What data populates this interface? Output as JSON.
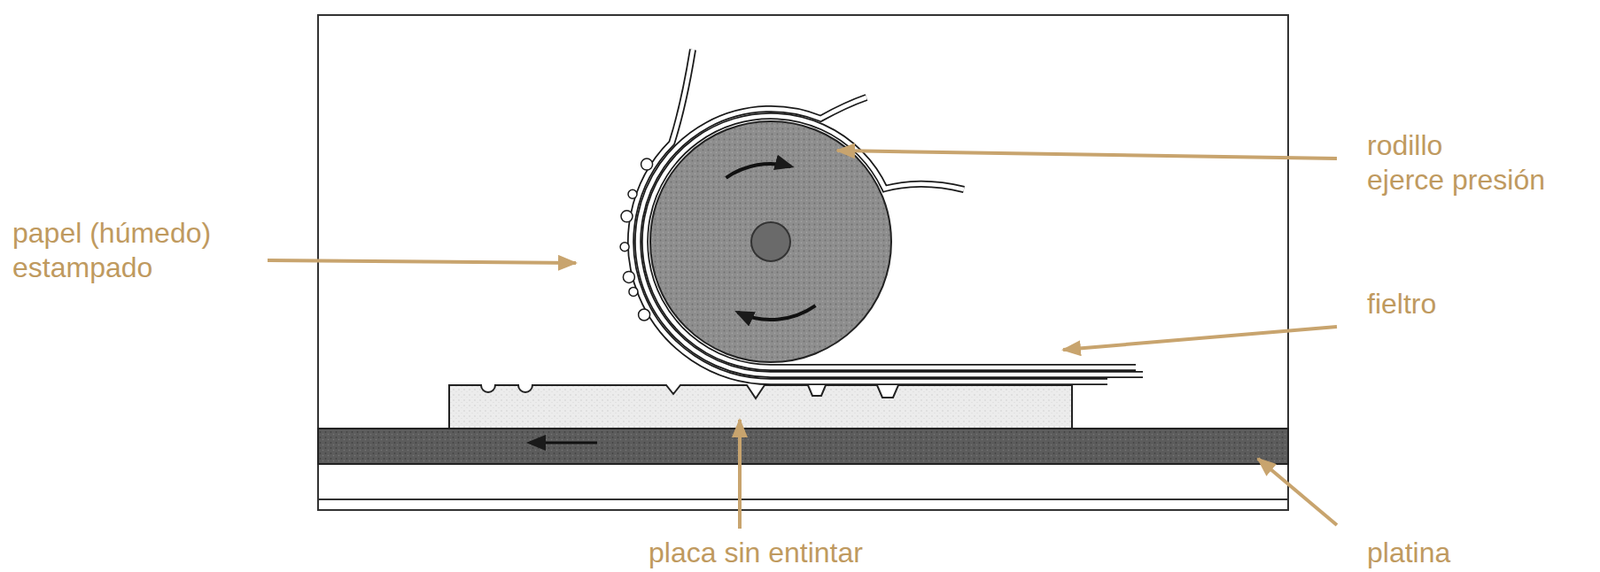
{
  "diagram": {
    "labels": [
      "rodillo ejerce presión",
      "papel (húmedo) estampado",
      "fieltro",
      "placa sin entintar",
      "platina"
    ]
  }
}
